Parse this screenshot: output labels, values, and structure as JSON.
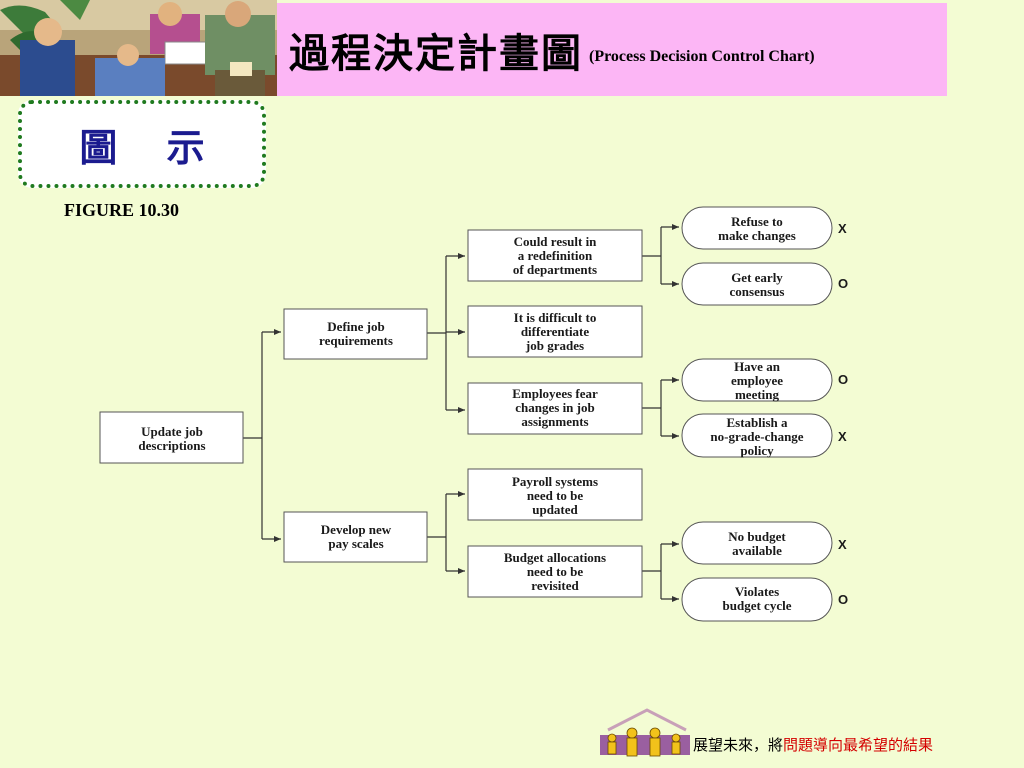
{
  "title": {
    "chinese": "過程決定計畫圖",
    "english": "(Process Decision Control Chart)"
  },
  "section_label": "圖 示",
  "figure_label": "FIGURE 10.30",
  "diagram": {
    "root": "Update job descriptions",
    "level1": [
      "Define job requirements",
      "Develop new pay scales"
    ],
    "level2": [
      "Could result in a redefinition of departments",
      "It is difficult to differentiate job grades",
      "Employees fear changes in job assignments",
      "Payroll systems need to be updated",
      "Budget allocations need to be revisited"
    ],
    "level3": [
      {
        "text": "Refuse to make changes",
        "mark": "X"
      },
      {
        "text": "Get early consensus",
        "mark": "O"
      },
      {
        "text": "Have an employee meeting",
        "mark": "O"
      },
      {
        "text": "Establish a no-grade-change policy",
        "mark": "X"
      },
      {
        "text": "No budget available",
        "mark": "X"
      },
      {
        "text": "Violates budget cycle",
        "mark": "O"
      }
    ]
  },
  "footer": {
    "text_black": "展望未來，將",
    "text_red": "問題導向最希望的結果"
  }
}
